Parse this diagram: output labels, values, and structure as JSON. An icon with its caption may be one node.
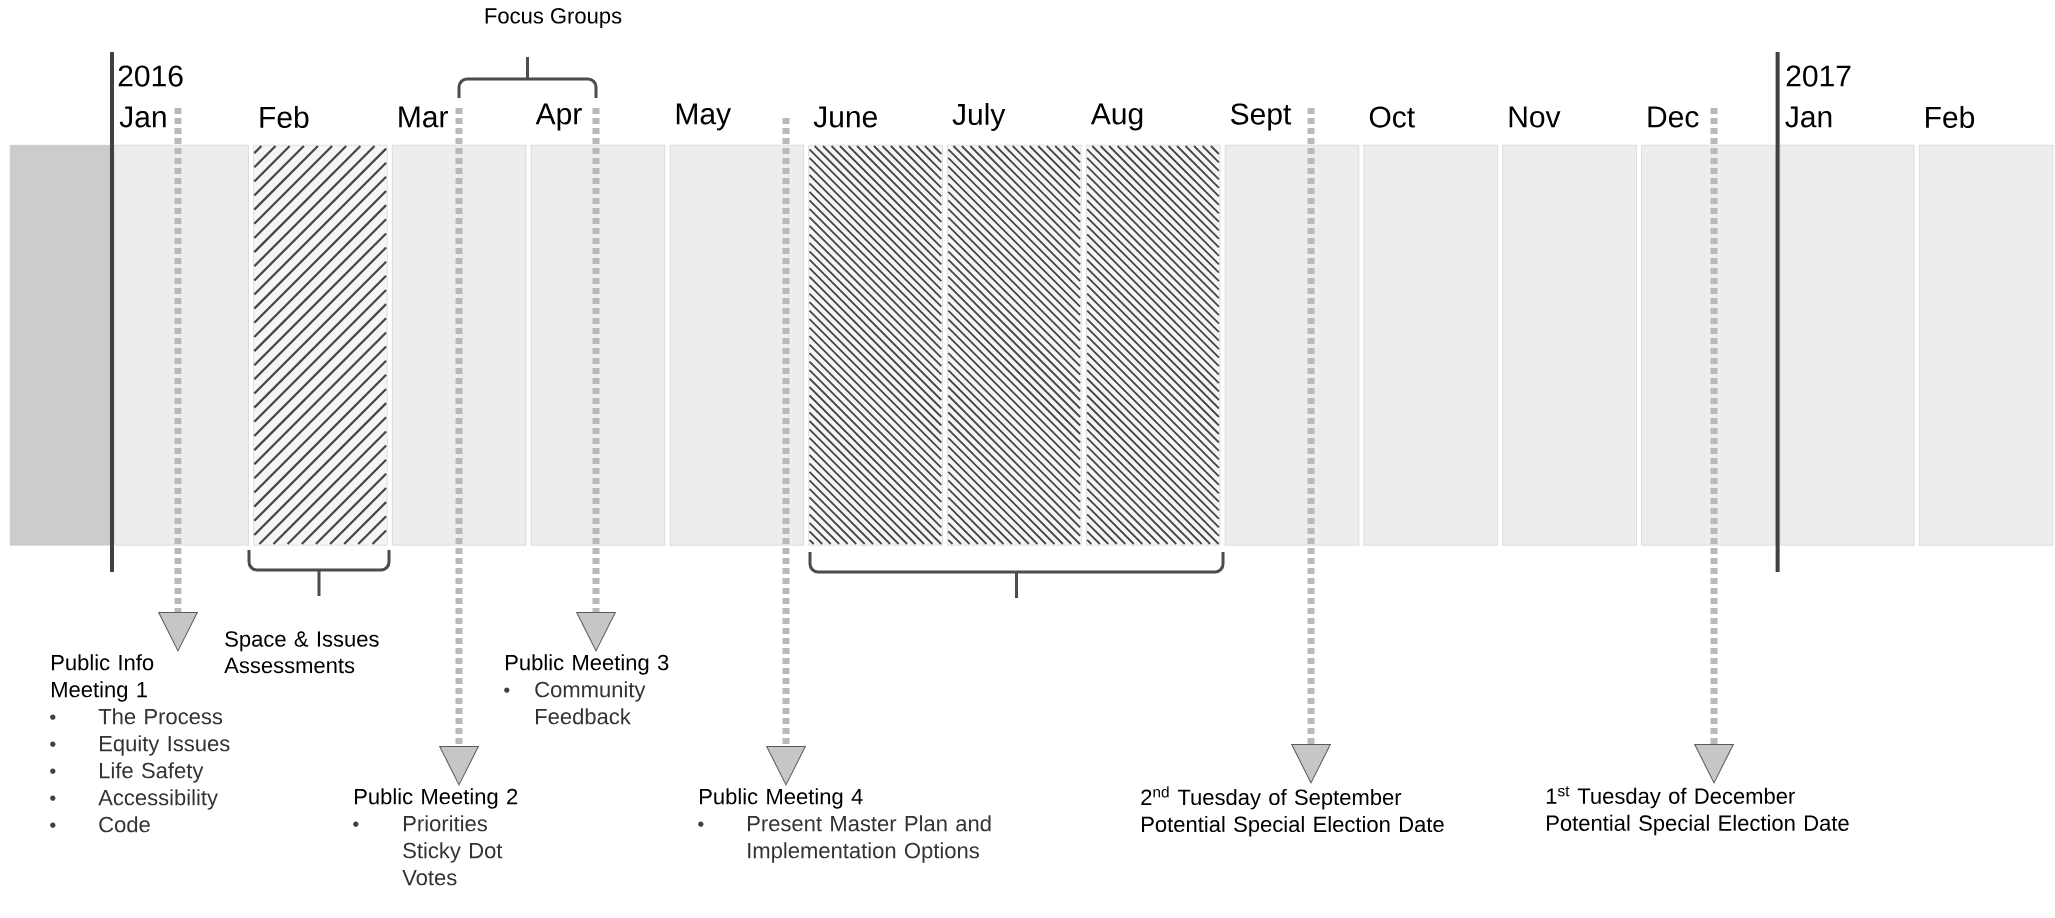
{
  "diagram": {
    "nodes": [
      {
        "text": [],
        "shape": "bar"
      },
      {
        "text": [
          "Jan"
        ]
      },
      {
        "text": [
          "Feb"
        ]
      },
      {
        "text": [
          "Mar"
        ]
      },
      {
        "text": [
          "Apr"
        ]
      },
      {
        "text": [
          "May"
        ]
      },
      {
        "text": [
          "June"
        ]
      },
      {
        "text": [
          "July"
        ]
      },
      {
        "text": [
          "Aug"
        ]
      },
      {
        "text": [
          "Sept"
        ]
      },
      {
        "text": [
          "Oct"
        ]
      },
      {
        "text": [
          "Nov"
        ]
      },
      {
        "text": [
          "Dec"
        ]
      },
      {
        "text": [
          "Jan"
        ]
      },
      {
        "text": [
          "Feb"
        ]
      },
      {
        "text": [
          "Public Info Meeting 1",
          "The Process",
          "Equity Issues",
          "Life Safety",
          "Accessibility",
          "Code"
        ]
      },
      {
        "text": [
          "Public Meeting 3",
          "Community Feedback"
        ]
      },
      {
        "text": [
          "Public Meeting 2",
          "Priorities Sticky Dot Votes"
        ]
      },
      {
        "text": [
          "Public Meeting 4",
          "Present Master Plan and Implementation Options"
        ]
      },
      {
        "text": [
          "2$^{nd}$ Tuesday of September",
          "Potential Special Election Date"
        ]
      },
      {
        "text": [
          "1$^{st}$ Tuesday of December",
          "Potential Special Election Date"
        ]
      }
    ],
    "edges": [
      {
        "from": 1,
        "to": 15,
        "arrow": "to"
      },
      {
        "from": 3,
        "to": 17,
        "arrow": "to"
      },
      {
        "from": 4,
        "to": 16,
        "arrow": "to"
      },
      {
        "from": null,
        "to": 18,
        "arrow": "to"
      },
      {
        "from": 9,
        "to": 19,
        "arrow": "to"
      },
      {
        "from": 12,
        "to": 20,
        "arrow": "to"
      }
    ],
    "labels": [
      "Focus Groups",
      "2016",
      "2017",
      "Space & Issues Assessments"
    ]
  }
}
